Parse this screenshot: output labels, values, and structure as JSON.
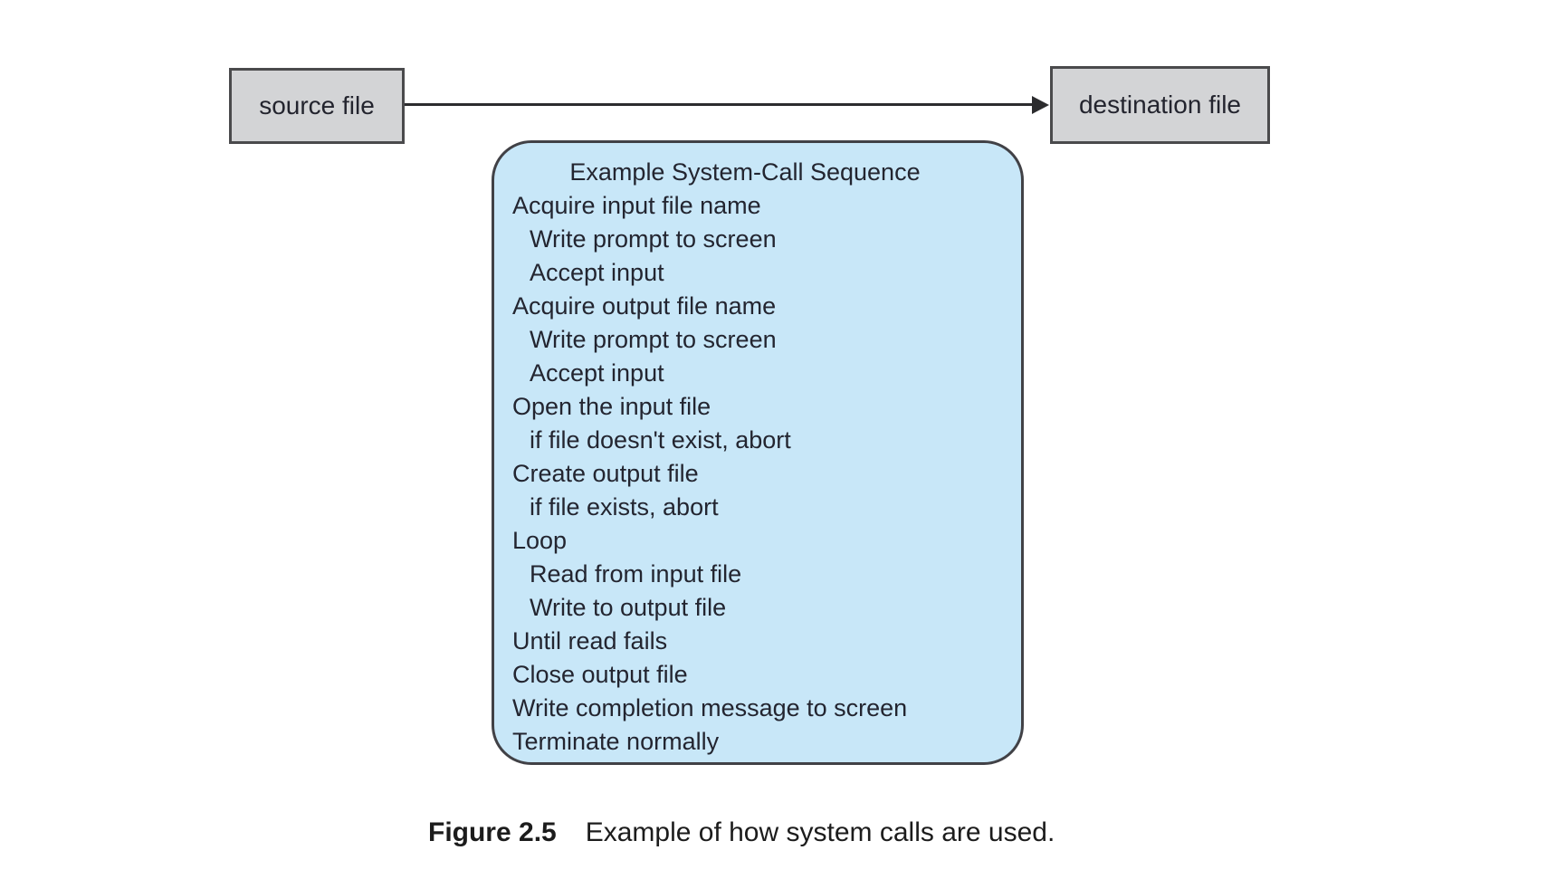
{
  "figure": {
    "caption_label": "Figure 2.5",
    "caption_text": "Example of how system calls are used."
  },
  "nodes": {
    "source": {
      "label": "source file"
    },
    "destination": {
      "label": "destination file"
    }
  },
  "arrow": {
    "direction": "source-to-destination"
  },
  "sequence_box": {
    "title": "Example System-Call Sequence",
    "lines": [
      {
        "text": "Acquire input file name",
        "indent": 0
      },
      {
        "text": "Write prompt to screen",
        "indent": 1
      },
      {
        "text": "Accept input",
        "indent": 1
      },
      {
        "text": "Acquire output file name",
        "indent": 0
      },
      {
        "text": "Write prompt to screen",
        "indent": 1
      },
      {
        "text": "Accept input",
        "indent": 1
      },
      {
        "text": "Open the input file",
        "indent": 0
      },
      {
        "text": "if file doesn't exist, abort",
        "indent": 1
      },
      {
        "text": "Create output file",
        "indent": 0
      },
      {
        "text": "if file exists, abort",
        "indent": 1
      },
      {
        "text": "Loop",
        "indent": 0
      },
      {
        "text": "Read from input file",
        "indent": 1
      },
      {
        "text": "Write to output file",
        "indent": 1
      },
      {
        "text": "Until read fails",
        "indent": 0
      },
      {
        "text": "Close output file",
        "indent": 0
      },
      {
        "text": "Write completion message to screen",
        "indent": 0
      },
      {
        "text": "Terminate normally",
        "indent": 0
      }
    ]
  },
  "colors": {
    "node_fill": "#d3d4d6",
    "node_border": "#4a4a4c",
    "sequence_fill": "#c8e7f8",
    "sequence_border": "#414146",
    "arrow": "#2c2c2e",
    "text": "#232530"
  }
}
